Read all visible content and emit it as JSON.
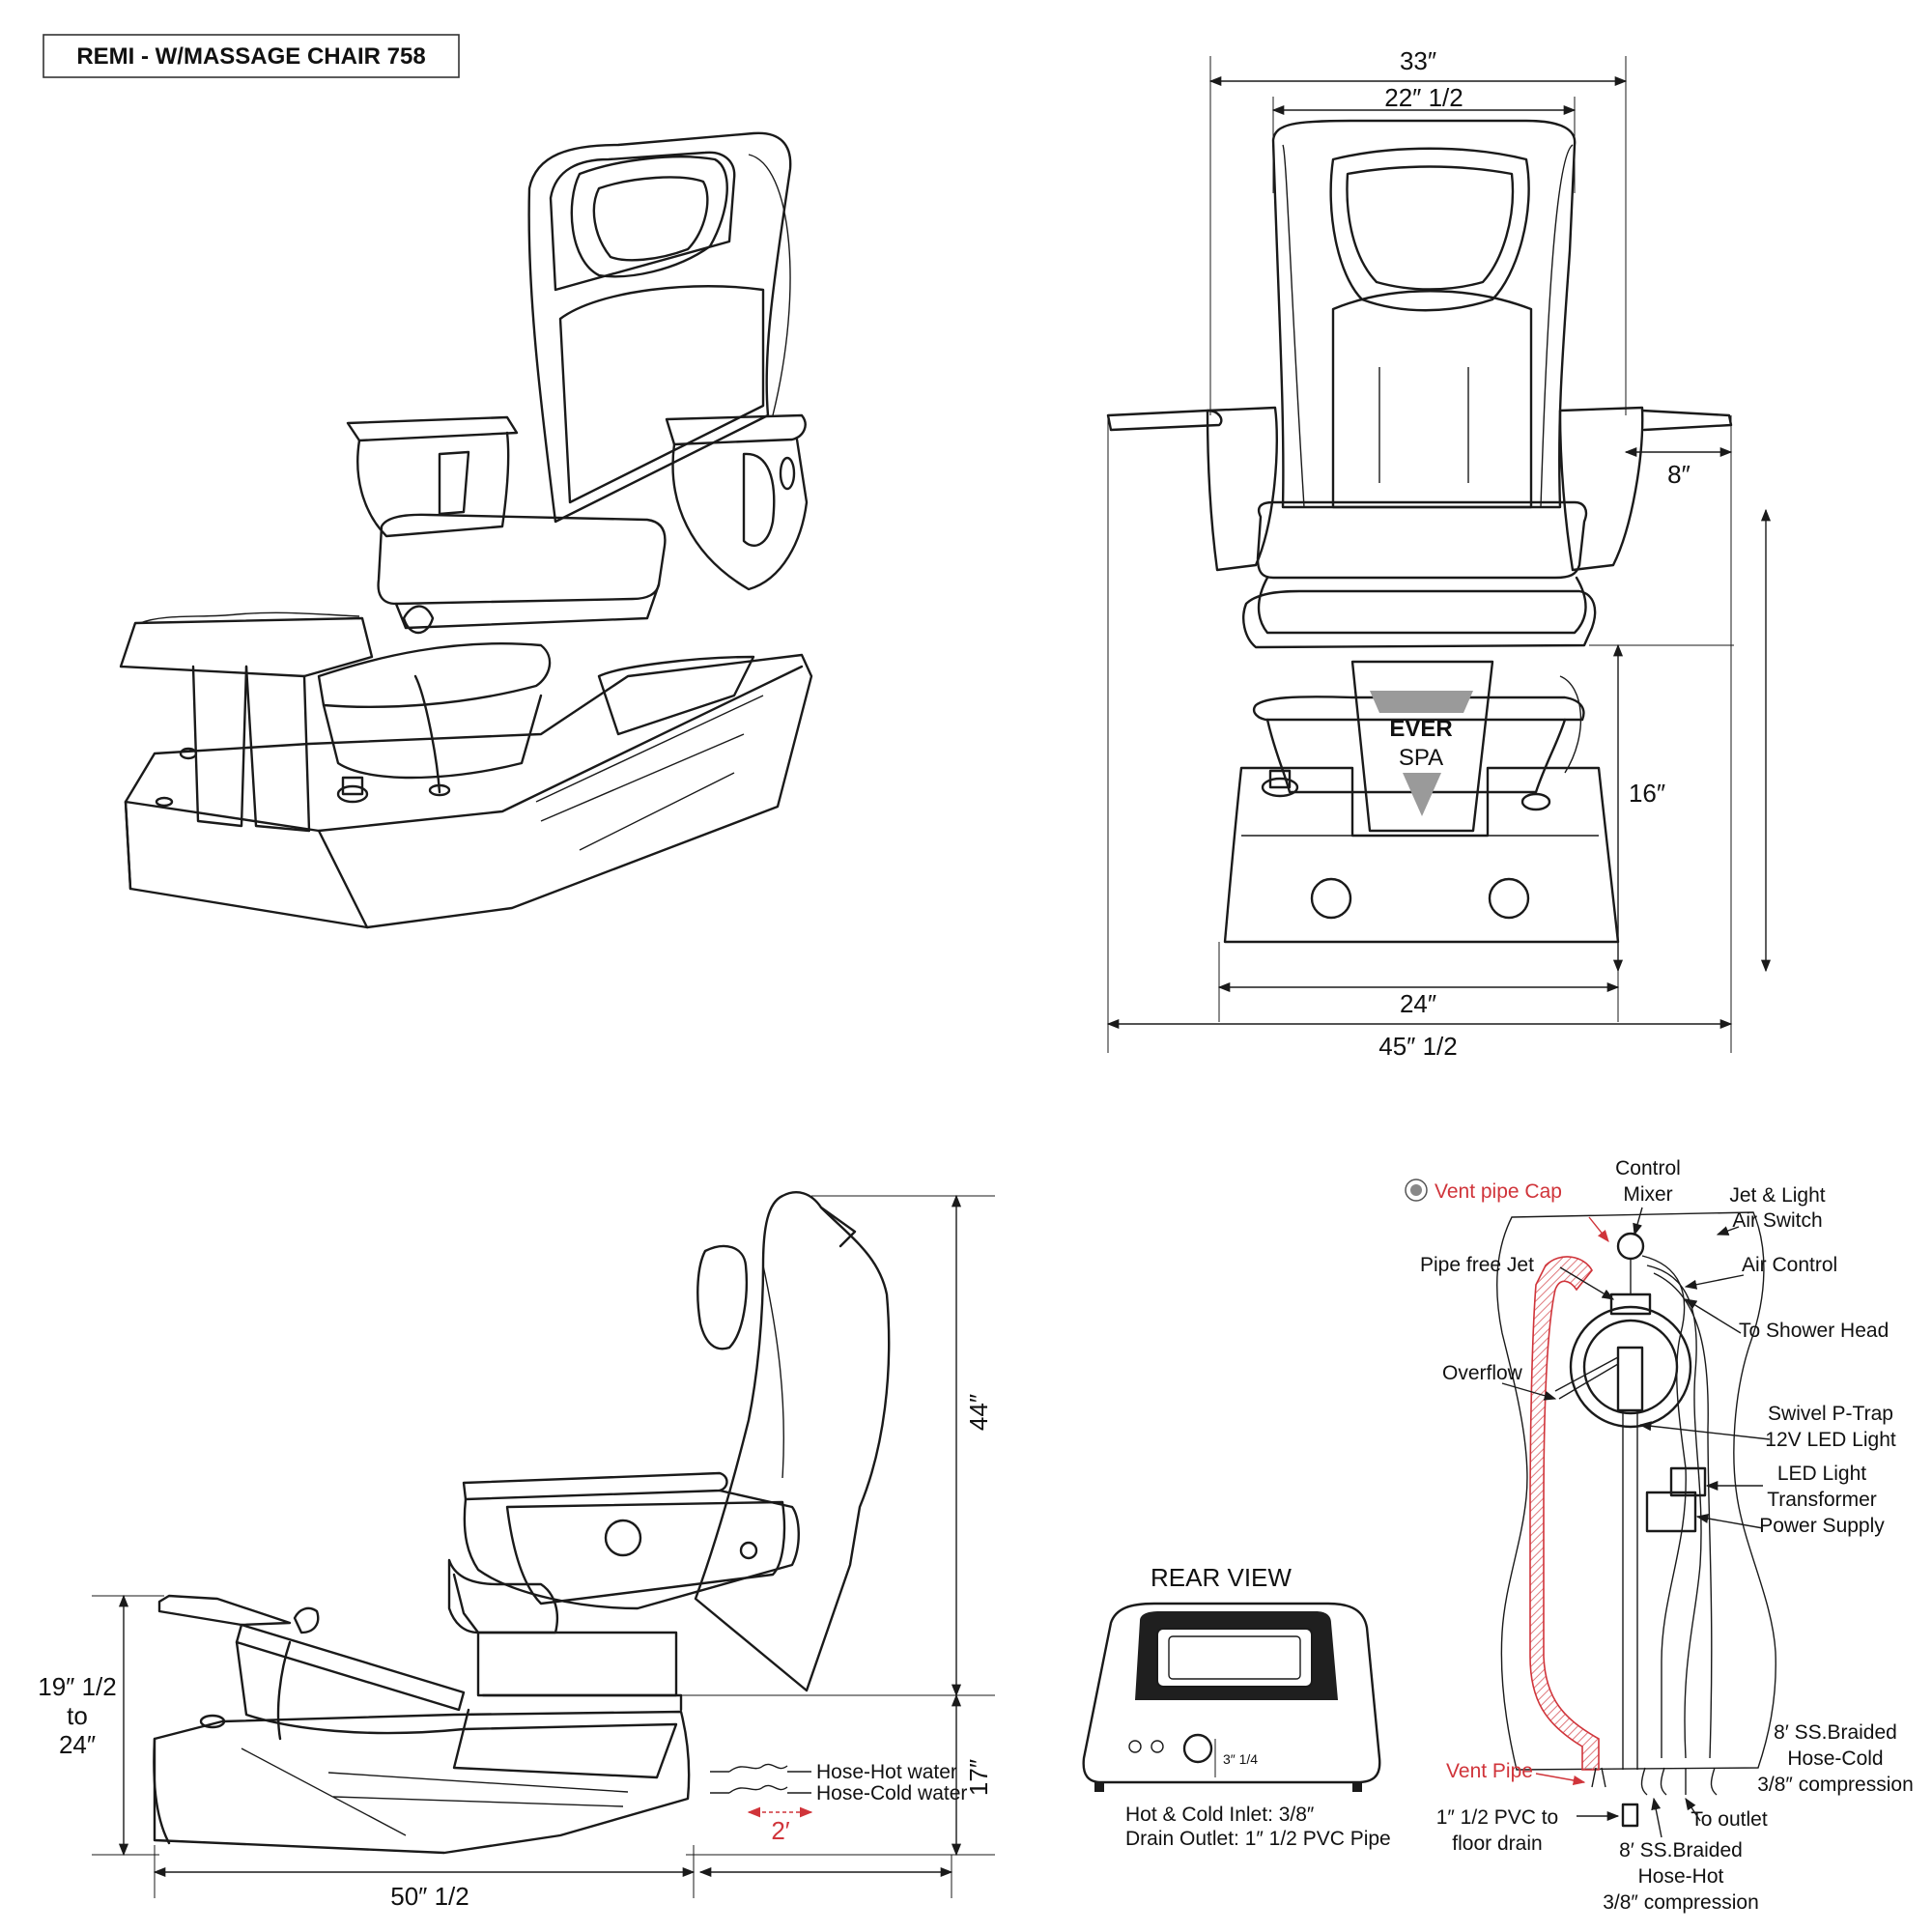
{
  "title": "REMI - W/MASSAGE CHAIR 758",
  "logo": {
    "text_top": "EVER",
    "text_bottom": "SPA"
  },
  "front_view_dims": {
    "overall_width": "33″",
    "back_width": "22″ 1/2",
    "armrest_tray": "8″",
    "basin_height": "16″",
    "base_width": "24″",
    "total_width": "45″ 1/2"
  },
  "side_view_dims": {
    "total_height": "44″",
    "seat_height": "17″",
    "footrest_height_a": "19″ 1/2",
    "footrest_height_to": "to",
    "footrest_height_b": "24″",
    "length": "50″ 1/2",
    "hose_hot": "Hose-Hot water",
    "hose_cold": "Hose-Cold water",
    "hose_length": "2′"
  },
  "rear_view": {
    "heading": "REAR VIEW",
    "panel_dim": "3″ 1/4",
    "inlet_note": "Hot & Cold Inlet: 3/8″",
    "drain_note": "Drain Outlet: 1″ 1/2 PVC Pipe"
  },
  "plumbing": {
    "vent_pipe_cap": "Vent pipe Cap",
    "control_mixer_a": "Control",
    "control_mixer_b": "Mixer",
    "jet_light_a": "Jet & Light",
    "jet_light_b": "Air Switch",
    "pipe_free_jet": "Pipe free Jet",
    "air_control": "Air Control",
    "to_shower_head": "To Shower Head",
    "overflow": "Overflow",
    "swivel_p_trap": "Swivel P-Trap",
    "led_light_12v": "12V LED Light",
    "led_transformer_a": "LED Light",
    "led_transformer_b": "Transformer",
    "power_supply": "Power Supply",
    "braided_cold_a": "8′ SS.Braided",
    "braided_cold_b": "Hose-Cold",
    "braided_cold_c": "3/8″ compression",
    "vent_pipe": "Vent Pipe",
    "pvc_drain_a": "1″ 1/2 PVC to",
    "pvc_drain_b": "floor drain",
    "to_outlet": "To outlet",
    "braided_hot_a": "8′ SS.Braided",
    "braided_hot_b": "Hose-Hot",
    "braided_hot_c": "3/8″ compression"
  }
}
